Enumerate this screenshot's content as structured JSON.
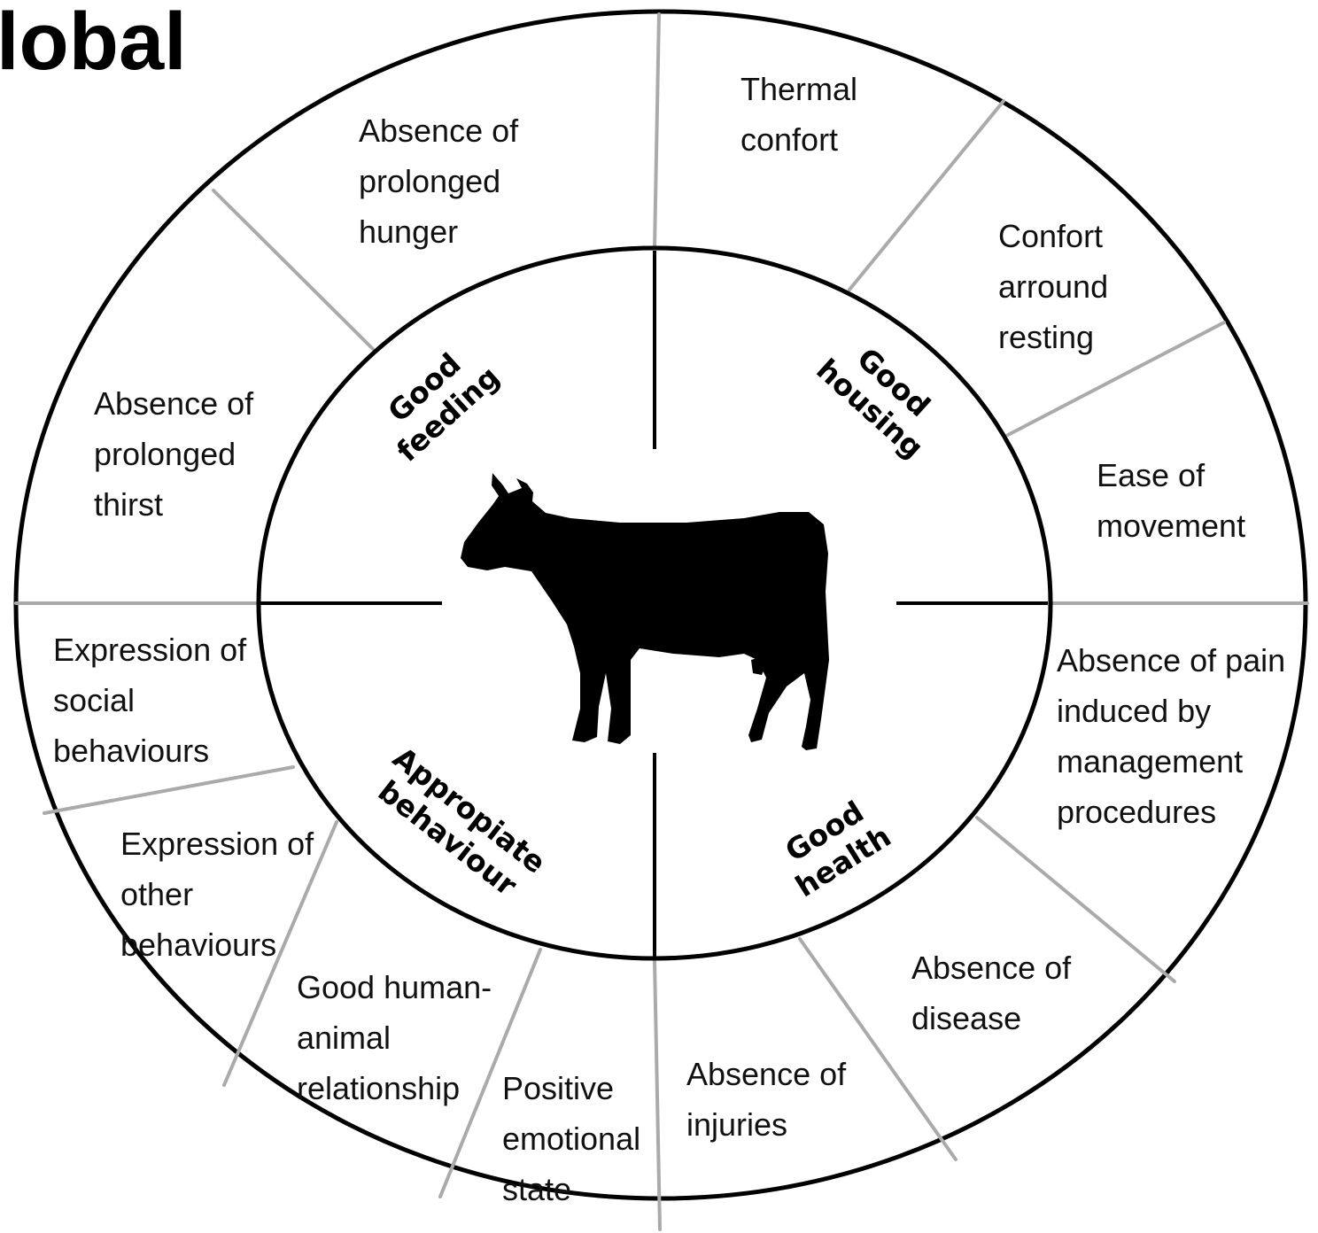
{
  "heading": "lobal",
  "principles": [
    {
      "id": "feeding",
      "lines": [
        "Good",
        "feeding"
      ]
    },
    {
      "id": "housing",
      "lines": [
        "Good",
        "housing"
      ]
    },
    {
      "id": "health",
      "lines": [
        "Good",
        "health"
      ]
    },
    {
      "id": "behaviour",
      "lines": [
        "Appropiate",
        "behaviour"
      ]
    }
  ],
  "criteria": [
    {
      "id": "hunger",
      "lines": [
        "Absence of",
        "prolonged",
        "hunger"
      ]
    },
    {
      "id": "thirst",
      "lines": [
        "Absence of",
        "prolonged",
        "thirst"
      ]
    },
    {
      "id": "thermal",
      "lines": [
        "Thermal",
        "confort"
      ]
    },
    {
      "id": "resting",
      "lines": [
        "Confort",
        "arround",
        "resting"
      ]
    },
    {
      "id": "movement",
      "lines": [
        "Ease of",
        "movement"
      ]
    },
    {
      "id": "pain",
      "lines": [
        "Absence of pain",
        "induced by",
        "management",
        "procedures"
      ]
    },
    {
      "id": "disease",
      "lines": [
        "Absence of",
        "disease"
      ]
    },
    {
      "id": "injuries",
      "lines": [
        "Absence of",
        "injuries"
      ]
    },
    {
      "id": "emotional",
      "lines": [
        "Positive",
        "emotional",
        "state"
      ]
    },
    {
      "id": "human_animal",
      "lines": [
        "Good human-",
        "animal",
        "relationship"
      ]
    },
    {
      "id": "other_behaviours",
      "lines": [
        "Expression of",
        "other",
        "behaviours"
      ]
    },
    {
      "id": "social",
      "lines": [
        "Expression of",
        "social",
        "behaviours"
      ]
    }
  ],
  "center_icon": "cow-silhouette-icon",
  "colors": {
    "outline": "#000000",
    "divider": "#aaaaaa",
    "background": "#ffffff"
  }
}
